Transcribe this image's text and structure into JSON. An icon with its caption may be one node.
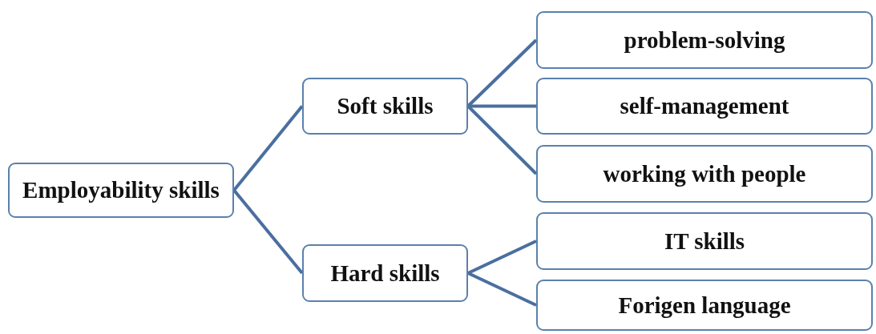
{
  "diagram": {
    "nodes": [
      {
        "text": [
          "Employability skills"
        ]
      },
      {
        "text": [
          "Soft skills"
        ]
      },
      {
        "text": [
          "Hard skills"
        ]
      },
      {
        "text": [
          "problem-solving"
        ]
      },
      {
        "text": [
          "self-management"
        ]
      },
      {
        "text": [
          "working with people"
        ]
      },
      {
        "text": [
          "IT skills"
        ]
      },
      {
        "text": [
          "Forigen language"
        ]
      }
    ],
    "edges": [
      {
        "from": 0,
        "to": 1,
        "arrow": "none"
      },
      {
        "from": 0,
        "to": 2,
        "arrow": "none"
      },
      {
        "from": 1,
        "to": 3,
        "arrow": "none"
      },
      {
        "from": 1,
        "to": 4,
        "arrow": "none"
      },
      {
        "from": 1,
        "to": 5,
        "arrow": "none"
      },
      {
        "from": 2,
        "to": 6,
        "arrow": "none"
      },
      {
        "from": 2,
        "to": 7,
        "arrow": "none"
      }
    ]
  }
}
